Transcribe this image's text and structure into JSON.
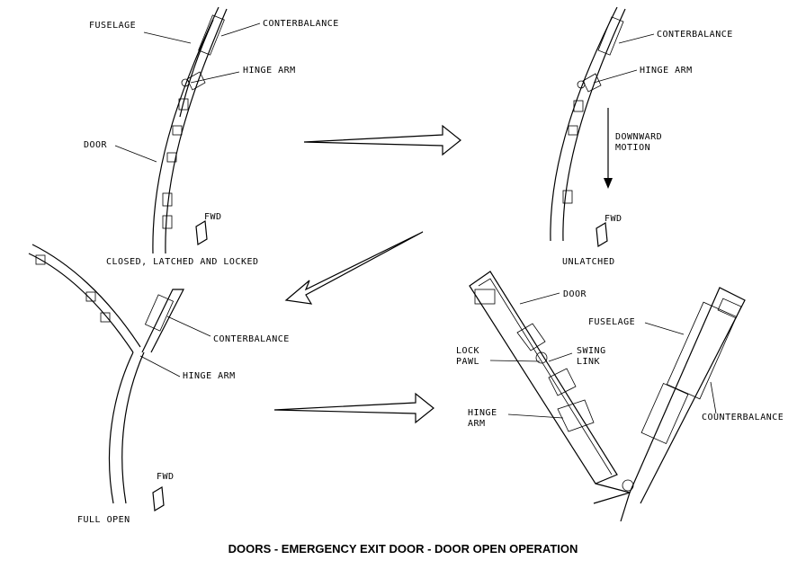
{
  "diagram": {
    "caption": "DOORS - EMERGENCY EXIT DOOR - DOOR OPEN OPERATION",
    "panels": {
      "closed": {
        "state": "CLOSED, LATCHED AND LOCKED",
        "labels": {
          "fuselage": "FUSELAGE",
          "counterbalance": "CONTERBALANCE",
          "hinge_arm": "HINGE ARM",
          "door": "DOOR",
          "fwd": "FWD"
        }
      },
      "unlatched": {
        "state": "UNLATCHED",
        "labels": {
          "counterbalance": "CONTERBALANCE",
          "hinge_arm": "HINGE ARM",
          "motion_1": "DOWNWARD",
          "motion_2": "MOTION",
          "fwd": "FWD"
        }
      },
      "full_open": {
        "state": "FULL OPEN",
        "labels": {
          "counterbalance": "CONTERBALANCE",
          "hinge_arm": "HINGE ARM",
          "fwd": "FWD"
        }
      },
      "detail": {
        "labels": {
          "door": "DOOR",
          "fuselage": "FUSELAGE",
          "lock_1": "LOCK",
          "lock_2": "PAWL",
          "swing_1": "SWING",
          "swing_2": "LINK",
          "hinge_1": "HINGE",
          "hinge_2": "ARM",
          "counterbalance": "COUNTERBALANCE"
        }
      }
    }
  }
}
